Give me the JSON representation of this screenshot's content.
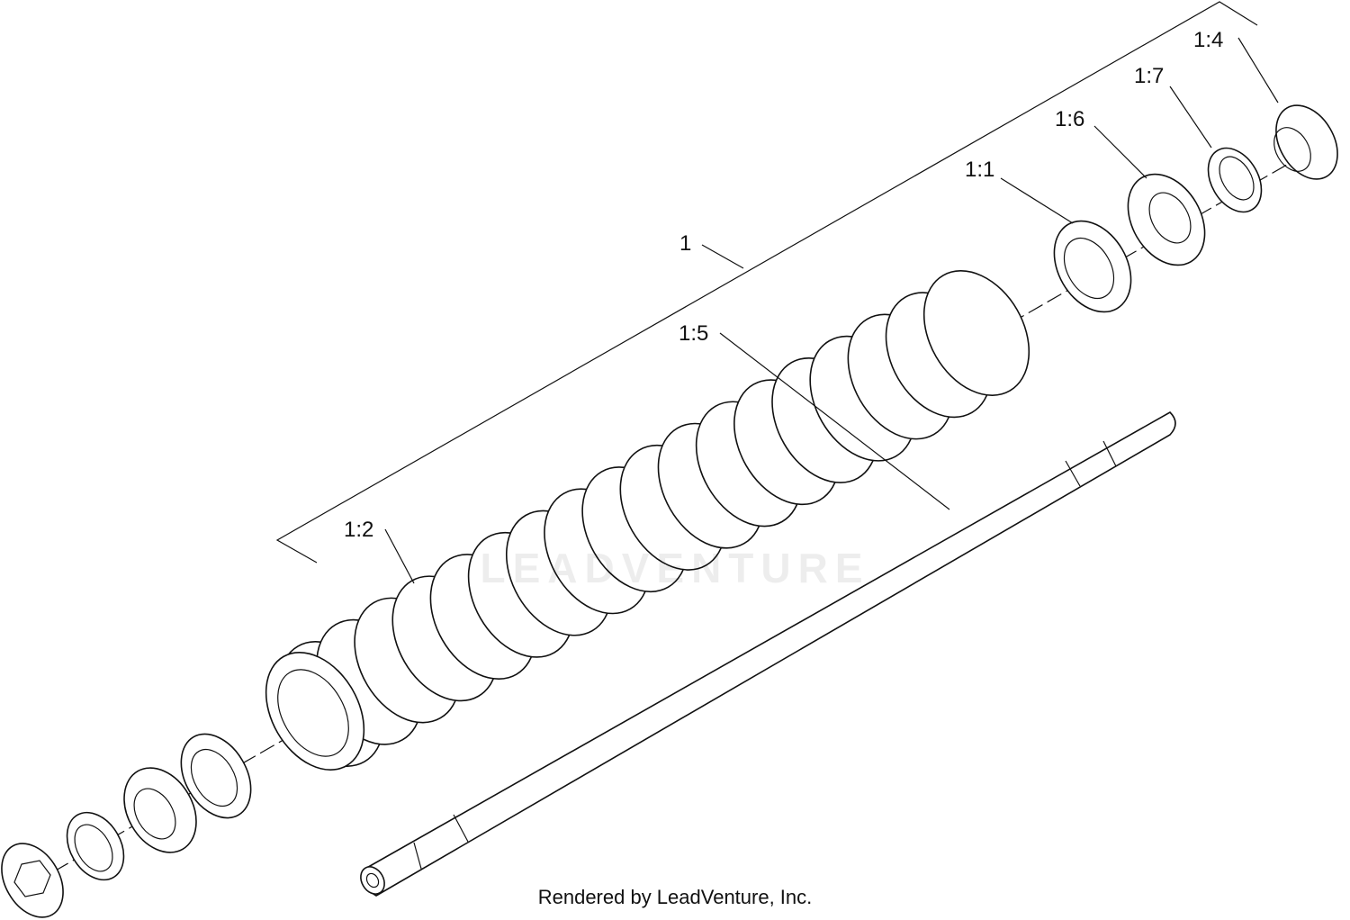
{
  "callouts": {
    "assembly": "1",
    "bearing": "1:1",
    "roller_body": "1:2",
    "spacer_right": "1:4",
    "shaft": "1:5",
    "washer_right": "1:6",
    "seal_right": "1:7"
  },
  "watermark": "LEADVENTURE",
  "footer": "Rendered by LeadVenture, Inc."
}
